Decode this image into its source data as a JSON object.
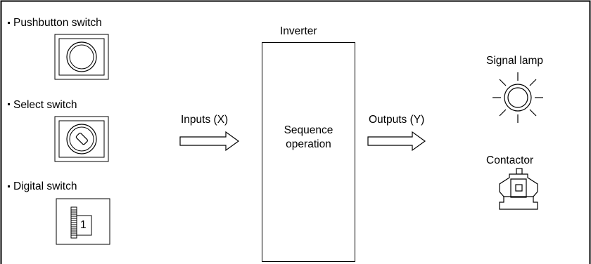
{
  "inputs": {
    "pushbutton_label": "Pushbutton switch",
    "select_label": "Select switch",
    "digital_label": "Digital switch",
    "digital_value": "1"
  },
  "flow": {
    "inputs_label": "Inputs (X)",
    "outputs_label": "Outputs (Y)"
  },
  "inverter": {
    "title": "Inverter",
    "line1": "Sequence",
    "line2": "operation"
  },
  "outputs": {
    "signal_lamp_label": "Signal lamp",
    "contactor_label": "Contactor"
  }
}
